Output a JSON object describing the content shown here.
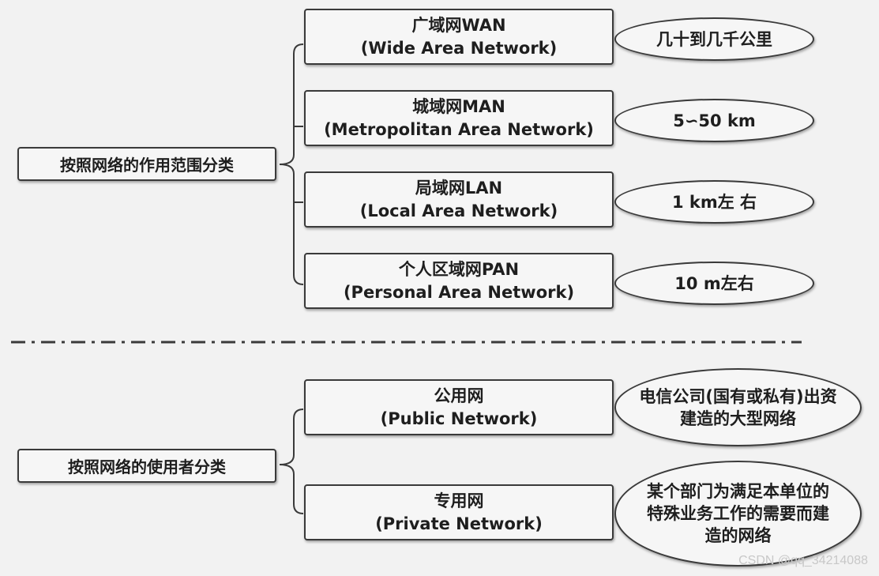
{
  "scope_group": {
    "root_label": "按照网络的作用范围分类",
    "items": [
      {
        "name": "广域网WAN",
        "full": "(Wide Area Network)",
        "range": "几十到几千公里"
      },
      {
        "name": "城域网MAN",
        "full": "(Metropolitan Area Network)",
        "range": "5∽50 km"
      },
      {
        "name": "局域网LAN",
        "full": "(Local Area Network)",
        "range": "1 km左 右"
      },
      {
        "name": "个人区域网PAN",
        "full": "(Personal Area Network)",
        "range": "10 m左右"
      }
    ]
  },
  "user_group": {
    "root_label": "按照网络的使用者分类",
    "items": [
      {
        "name": "公用网",
        "full": "(Public Network)",
        "desc_lines": [
          "电信公司(国有或私有)出资",
          "建造的大型网络"
        ]
      },
      {
        "name": "专用网",
        "full": "(Private Network)",
        "desc_lines": [
          "某个部门为满足本单位的",
          "特殊业务工作的需要而建",
          "造的网络"
        ]
      }
    ]
  },
  "watermark": "CSDN @qq_34214088"
}
